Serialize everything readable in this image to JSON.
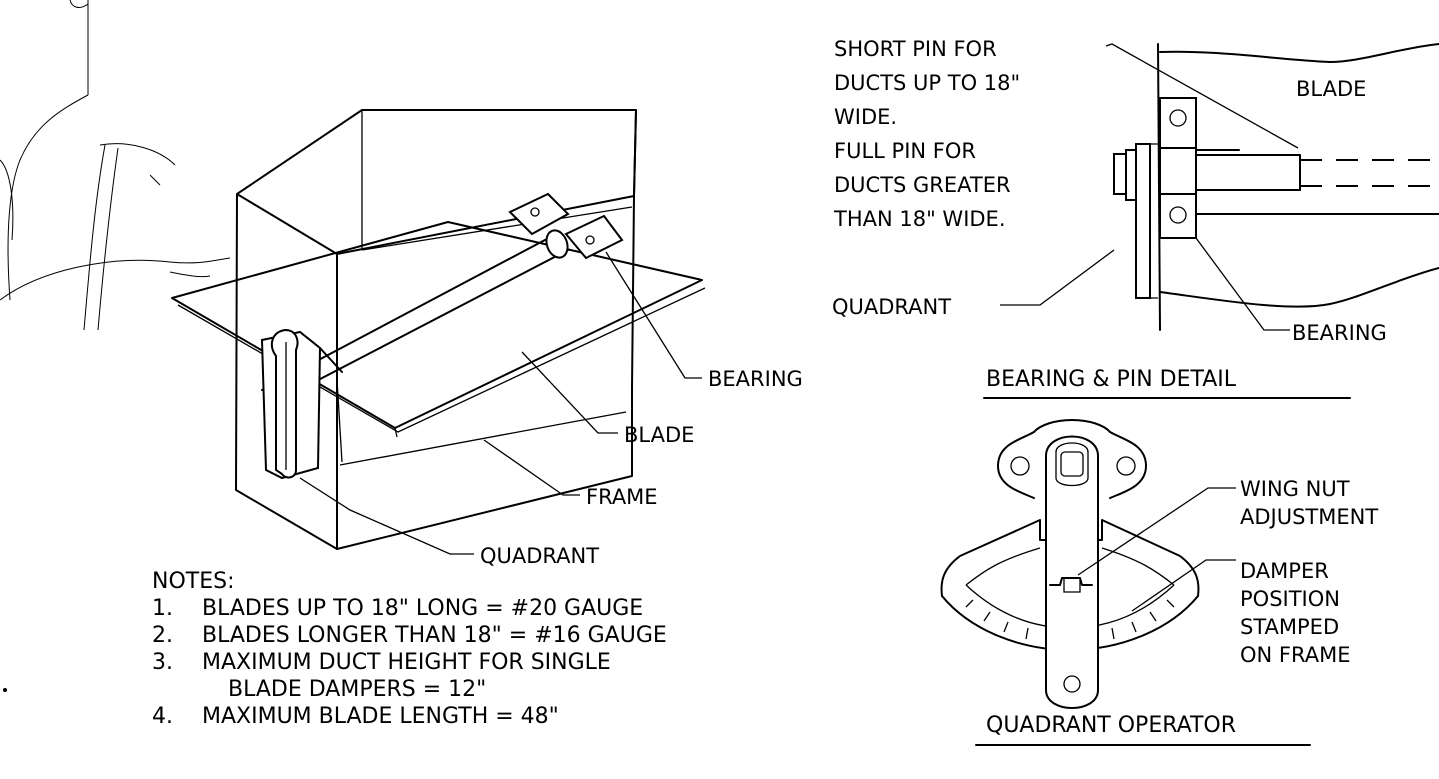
{
  "main_drawing": {
    "labels": {
      "bearing": "BEARING",
      "blade": "BLADE",
      "frame": "FRAME",
      "quadrant": "QUADRANT"
    }
  },
  "notes": {
    "heading": "NOTES:",
    "items": [
      {
        "num": "1.",
        "text": "BLADES UP TO 18\" LONG = #20 GAUGE"
      },
      {
        "num": "2.",
        "text": "BLADES LONGER THAN 18\" = #16 GAUGE"
      },
      {
        "num": "3.",
        "text": "MAXIMUM DUCT HEIGHT FOR SINGLE",
        "cont": "BLADE DAMPERS = 12\""
      },
      {
        "num": "4.",
        "text": "MAXIMUM BLADE LENGTH = 48\""
      }
    ]
  },
  "pin_detail": {
    "title": "BEARING & PIN DETAIL",
    "note_lines": [
      "SHORT PIN FOR",
      "DUCTS UP TO 18\"",
      "WIDE.",
      "FULL PIN FOR",
      "DUCTS GREATER",
      "THAN 18\" WIDE."
    ],
    "labels": {
      "blade": "BLADE",
      "quadrant": "QUADRANT",
      "bearing": "BEARING"
    }
  },
  "quadrant_operator": {
    "title": "QUADRANT OPERATOR",
    "labels": {
      "wing_nut": [
        "WING NUT",
        "ADJUSTMENT"
      ],
      "damper_position": [
        "DAMPER",
        "POSITION",
        "STAMPED",
        "ON FRAME"
      ]
    }
  }
}
